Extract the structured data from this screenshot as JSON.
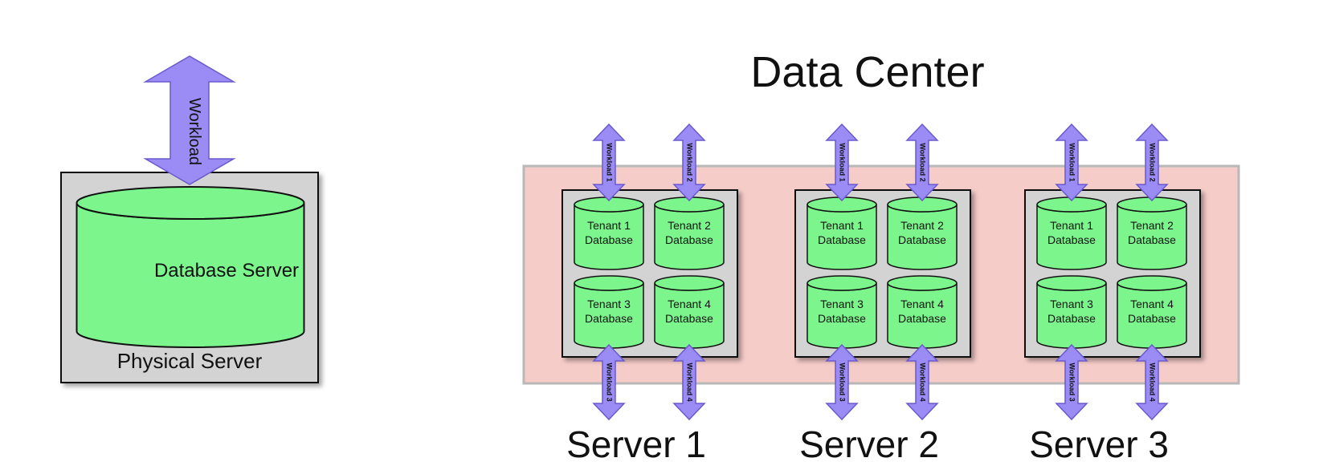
{
  "left": {
    "workload_label": "Workload",
    "db_label": "Database Server",
    "server_label": "Physical Server"
  },
  "datacenter": {
    "title": "Data Center",
    "servers": [
      {
        "name": "Server 1",
        "tenants": [
          {
            "line1": "Tenant 1",
            "line2": "Database"
          },
          {
            "line1": "Tenant 2",
            "line2": "Database"
          },
          {
            "line1": "Tenant 3",
            "line2": "Database"
          },
          {
            "line1": "Tenant 4",
            "line2": "Database"
          }
        ],
        "workloads": [
          "Workload 1",
          "Workload 2",
          "Workload 3",
          "Workload 4"
        ]
      },
      {
        "name": "Server 2",
        "tenants": [
          {
            "line1": "Tenant 1",
            "line2": "Database"
          },
          {
            "line1": "Tenant 2",
            "line2": "Database"
          },
          {
            "line1": "Tenant 3",
            "line2": "Database"
          },
          {
            "line1": "Tenant 4",
            "line2": "Database"
          }
        ],
        "workloads": [
          "Workload 1",
          "Workload 2",
          "Workload 3",
          "Workload 4"
        ]
      },
      {
        "name": "Server 3",
        "tenants": [
          {
            "line1": "Tenant 1",
            "line2": "Database"
          },
          {
            "line1": "Tenant 2",
            "line2": "Database"
          },
          {
            "line1": "Tenant 3",
            "line2": "Database"
          },
          {
            "line1": "Tenant 4",
            "line2": "Database"
          }
        ],
        "workloads": [
          "Workload 1",
          "Workload 2",
          "Workload 3",
          "Workload 4"
        ]
      }
    ]
  },
  "colors": {
    "arrow_fill": "#9b8cf5",
    "arrow_stroke": "#6a5acd",
    "cylinder_fill": "#7cf58c",
    "server_fill": "#d3d3d3",
    "datacenter_fill": "#f5ccc8",
    "datacenter_stroke": "#b8b8b8",
    "outline": "#111111"
  }
}
